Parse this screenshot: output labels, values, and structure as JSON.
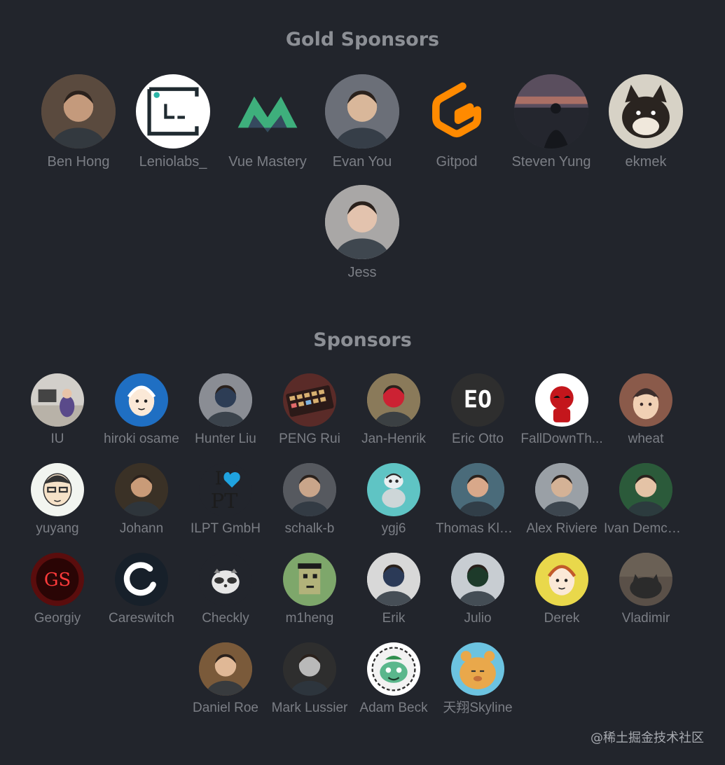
{
  "gold": {
    "title": "Gold Sponsors",
    "sponsors": [
      {
        "name": "Ben Hong",
        "icon": "person-photo-icon",
        "bg": "#5a4a3e",
        "fg": "#c49a7c"
      },
      {
        "name": "Leniolabs_",
        "icon": "leniolabs-logo-icon",
        "bg": "#ffffff",
        "fg": "#1f2a30"
      },
      {
        "name": "Vue Mastery",
        "icon": "vue-mastery-logo-icon",
        "bg": "transparent",
        "fg": "#3eaf7c"
      },
      {
        "name": "Evan You",
        "icon": "person-photo-icon",
        "bg": "#6b6f78",
        "fg": "#d9b79a"
      },
      {
        "name": "Gitpod",
        "icon": "gitpod-logo-icon",
        "bg": "transparent",
        "fg": "#ff8a00"
      },
      {
        "name": "Steven Yung",
        "icon": "landscape-photo-icon",
        "bg": "#3a3b47",
        "fg": "#e0856a"
      },
      {
        "name": "ekmek",
        "icon": "dog-photo-icon",
        "bg": "#d7d2c6",
        "fg": "#2a2420"
      },
      {
        "name": "Jess",
        "icon": "person-photo-icon",
        "bg": "#a9a7a6",
        "fg": "#e3c3ae"
      }
    ]
  },
  "regular": {
    "title": "Sponsors",
    "sponsors": [
      {
        "name": "IU",
        "icon": "desk-photo-icon",
        "bg": "#d2cfca",
        "fg": "#5a4a8a"
      },
      {
        "name": "hiroki osame",
        "icon": "illustration-avatar-icon",
        "bg": "#1f6fc3",
        "fg": "#ffffff"
      },
      {
        "name": "Hunter Liu",
        "icon": "person-photo-icon",
        "bg": "#8a8d94",
        "fg": "#2d3d55"
      },
      {
        "name": "PENG Rui",
        "icon": "keyboard-photo-icon",
        "bg": "#5a2b28",
        "fg": "#d8b070"
      },
      {
        "name": "Jan-Henrik",
        "icon": "person-photo-icon",
        "bg": "#8a7a5a",
        "fg": "#c23"
      },
      {
        "name": "Eric Otto",
        "icon": "eo-logo-icon",
        "bg": "#2e2e2e",
        "fg": "#ffffff"
      },
      {
        "name": "FallDownTh...",
        "icon": "deadpool-avatar-icon",
        "bg": "#ffffff",
        "fg": "#c4161c"
      },
      {
        "name": "wheat",
        "icon": "anime-avatar-icon",
        "bg": "#8a5a4a",
        "fg": "#3c2d2b"
      },
      {
        "name": "yuyang",
        "icon": "cartoon-face-icon",
        "bg": "#f2f5f0",
        "fg": "#333333"
      },
      {
        "name": "Johann",
        "icon": "person-photo-icon",
        "bg": "#3a3126",
        "fg": "#c99b78"
      },
      {
        "name": "ILPT GmbH",
        "icon": "ilpt-logo-icon",
        "bg": "#22252c",
        "fg": "#1c1c1c"
      },
      {
        "name": "schalk-b",
        "icon": "person-photo-icon",
        "bg": "#56595f",
        "fg": "#c9a58a"
      },
      {
        "name": "ygj6",
        "icon": "turtle-avatar-icon",
        "bg": "#5fc4c4",
        "fg": "#2a2a2a"
      },
      {
        "name": "Thomas Klemm",
        "icon": "person-photo-icon",
        "bg": "#4a6b7a",
        "fg": "#d8a88a"
      },
      {
        "name": "Alex Riviere",
        "icon": "person-photo-icon",
        "bg": "#9aa0a6",
        "fg": "#d4b296"
      },
      {
        "name": "Ivan Demchuk",
        "icon": "person-photo-icon",
        "bg": "#2b5a3a",
        "fg": "#e4c3a6"
      },
      {
        "name": "Georgiy",
        "icon": "gs-logo-icon",
        "bg": "#5a0d0d",
        "fg": "#ff3b3b"
      },
      {
        "name": "Careswitch",
        "icon": "careswitch-logo-icon",
        "bg": "#17202a",
        "fg": "#ffffff"
      },
      {
        "name": "Checkly",
        "icon": "raccoon-logo-icon",
        "bg": "#22252c",
        "fg": "#ffffff"
      },
      {
        "name": "m1heng",
        "icon": "pixel-punk-icon",
        "bg": "#7ea76b",
        "fg": "#1c1c1c"
      },
      {
        "name": "Erik",
        "icon": "person-photo-icon",
        "bg": "#d8d8d8",
        "fg": "#2b3a57"
      },
      {
        "name": "Julio",
        "icon": "person-photo-icon",
        "bg": "#c8cdd2",
        "fg": "#1d3a2a"
      },
      {
        "name": "Derek",
        "icon": "illustration-avatar-icon",
        "bg": "#e9d84b",
        "fg": "#c25a2a"
      },
      {
        "name": "Vladimir",
        "icon": "cat-photo-icon",
        "bg": "#5a5048",
        "fg": "#2b2b2b"
      },
      {
        "name": "Daniel Roe",
        "icon": "person-photo-icon",
        "bg": "#7a5a3a",
        "fg": "#e0b896"
      },
      {
        "name": "Mark Lussier",
        "icon": "person-photo-icon",
        "bg": "#2e2e2e",
        "fg": "#b9b9b9"
      },
      {
        "name": "Adam Beck",
        "icon": "bulbasaur-avatar-icon",
        "bg": "#ffffff",
        "fg": "#5ab78c"
      },
      {
        "name": "天翔Skyline",
        "icon": "bear-avatar-icon",
        "bg": "#6cc3e0",
        "fg": "#e9a84b"
      }
    ]
  },
  "watermark": "@稀土掘金技术社区"
}
